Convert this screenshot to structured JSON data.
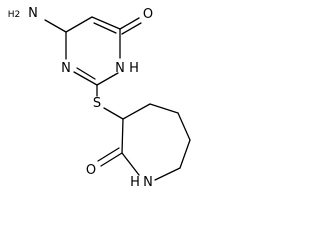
{
  "molecule": {
    "atoms": {
      "amino_n": "N",
      "amino_h2": "H2",
      "carbonyl_o_top": "O",
      "ring_n_left": "N",
      "ring_nh_n": "N",
      "ring_nh_h": "H",
      "thioether_s": "S",
      "carbonyl_o_bottom": "O",
      "lactam_nh_h": "H",
      "lactam_nh_n": "N"
    }
  },
  "colors": {
    "bond": "#000000",
    "text": "#000000",
    "background": "#ffffff"
  }
}
